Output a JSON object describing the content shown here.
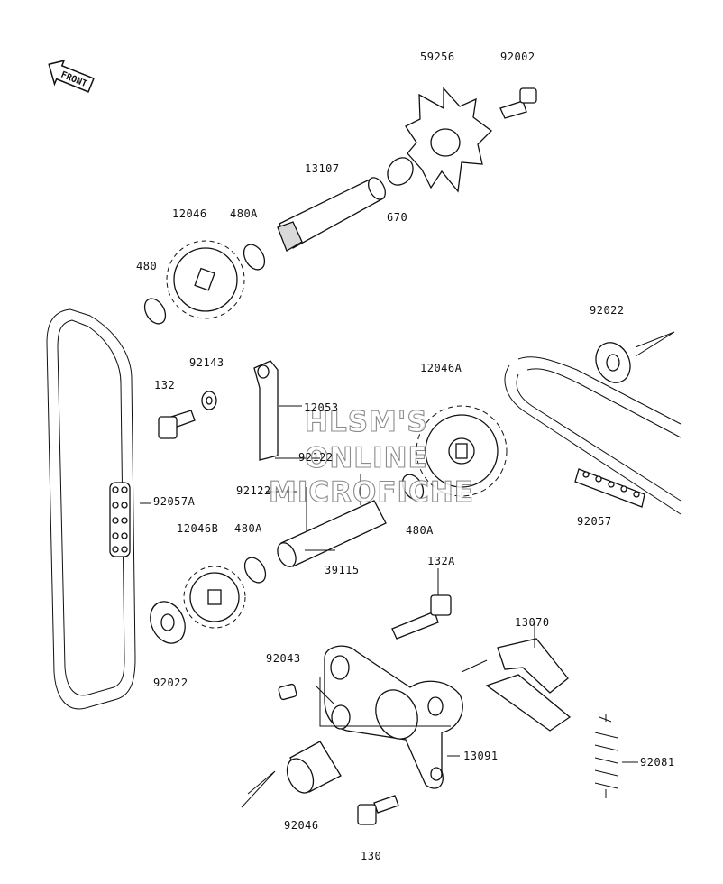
{
  "front_label": "FRONT",
  "watermark": [
    "HLSM'S",
    "ONLINE",
    "MICROFICHE"
  ],
  "labels": {
    "59256": "59256",
    "92002": "92002",
    "13107": "13107",
    "670": "670",
    "12046": "12046",
    "480A_top": "480A",
    "480": "480",
    "92022_right": "92022",
    "92143": "92143",
    "132": "132",
    "12053": "12053",
    "12046A": "12046A",
    "92122_a": "92122",
    "92122_b": "92122",
    "92057A": "92057A",
    "12046B": "12046B",
    "480A_mid": "480A",
    "480A_right": "480A",
    "92057": "92057",
    "39115": "39115",
    "132A": "132A",
    "13070": "13070",
    "92022_left": "92022",
    "92043": "92043",
    "13091": "13091",
    "92081": "92081",
    "92046": "92046",
    "130": "130"
  }
}
